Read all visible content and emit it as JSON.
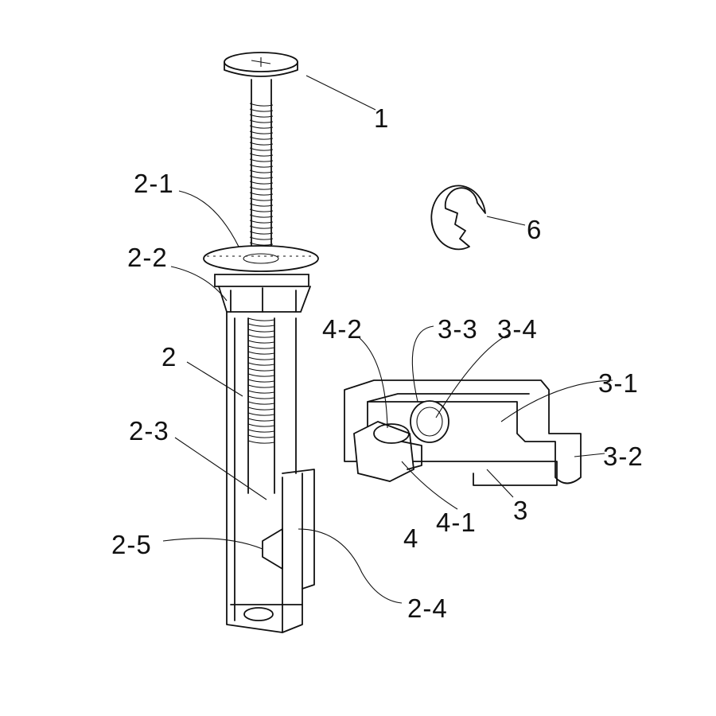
{
  "figure": {
    "labels": {
      "l1": "1",
      "l2_1": "2-1",
      "l2_2": "2-2",
      "l2": "2",
      "l2_3": "2-3",
      "l2_5": "2-5",
      "l2_4": "2-4",
      "l6": "6",
      "l4_2": "4-2",
      "l3_3": "3-3",
      "l3_4": "3-4",
      "l3_1": "3-1",
      "l3_2": "3-2",
      "l3": "3",
      "l4": "4",
      "l4_1": "4-1"
    }
  }
}
